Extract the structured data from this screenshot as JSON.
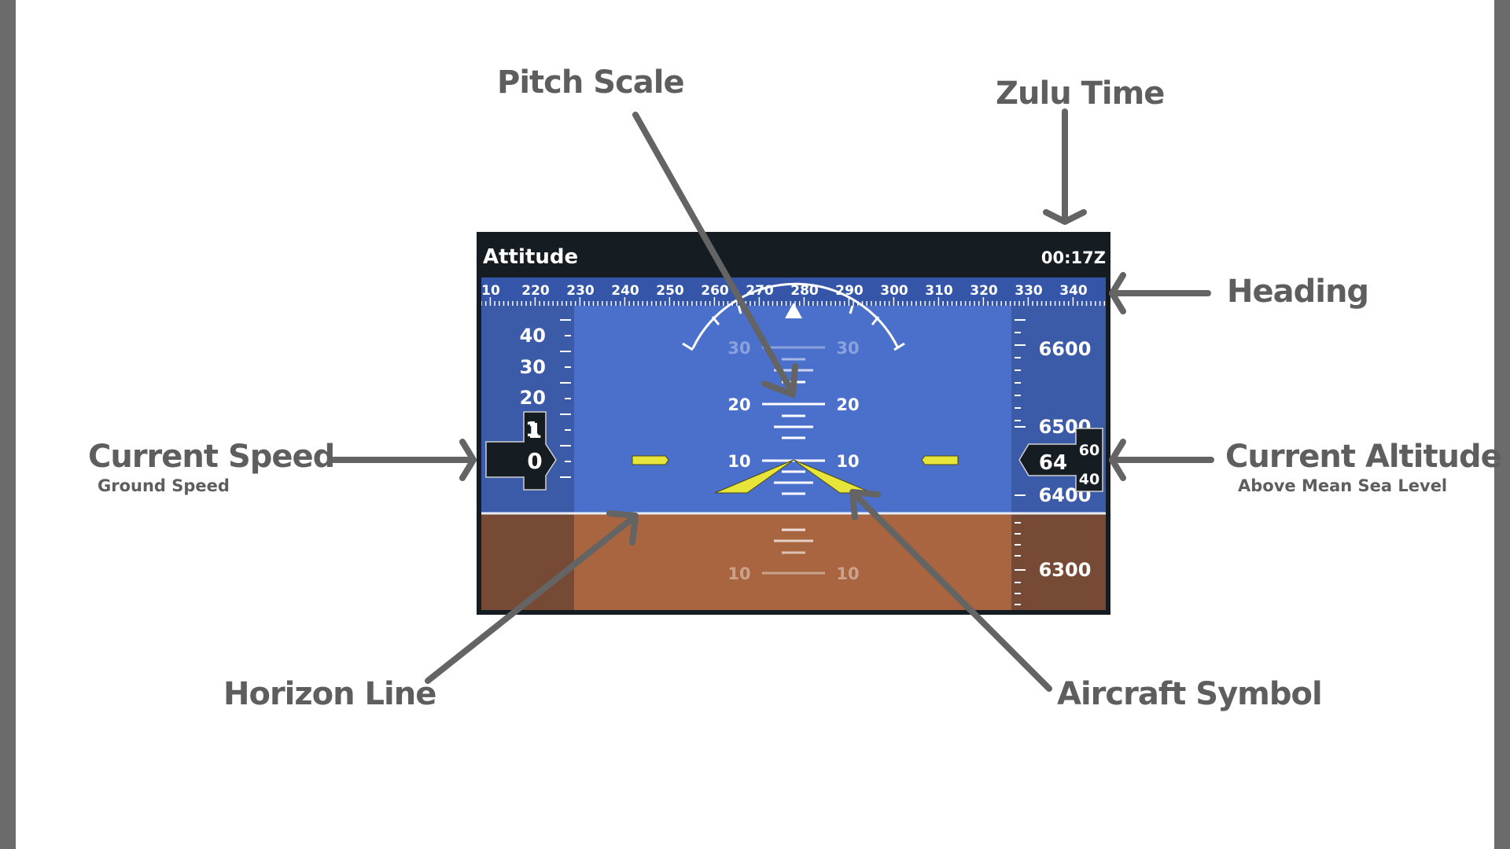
{
  "callouts": {
    "pitch_scale": "Pitch Scale",
    "zulu_time": "Zulu Time",
    "heading": "Heading",
    "current_speed": "Current Speed",
    "ground_speed": "Ground Speed",
    "current_altitude": "Current Altitude",
    "above_msl": "Above Mean Sea Level",
    "horizon_line": "Horizon Line",
    "aircraft_symbol": "Aircraft Symbol"
  },
  "display": {
    "title": "Attitude",
    "zulu_time": "00:17Z",
    "heading_ticks": [
      "10",
      "220",
      "230",
      "240",
      "250",
      "260",
      "270",
      "280",
      "290",
      "300",
      "310",
      "320",
      "330",
      "340"
    ],
    "speed_scale": [
      "40",
      "30",
      "20"
    ],
    "speed_readout": {
      "tens_above": "1",
      "digit_upper": "1",
      "digit_current": "0"
    },
    "altitude_scale": [
      "6600",
      "6500",
      "6400",
      "6300"
    ],
    "altitude_readout": {
      "main": "64",
      "roller_upper": "60",
      "roller_lower": "40"
    },
    "pitch_labels": [
      "30",
      "20",
      "10",
      "10"
    ]
  },
  "colors": {
    "sky": "#4b70cc",
    "sky_side": "#3b5aa8",
    "ground": "#a8653f",
    "ground_side": "#774a35",
    "title_bar": "#151c22",
    "heading_band": "#3556a8",
    "aircraft_symbol": "#e8e53a",
    "callout_text": "#5e5e5e",
    "arrow": "#646464"
  }
}
